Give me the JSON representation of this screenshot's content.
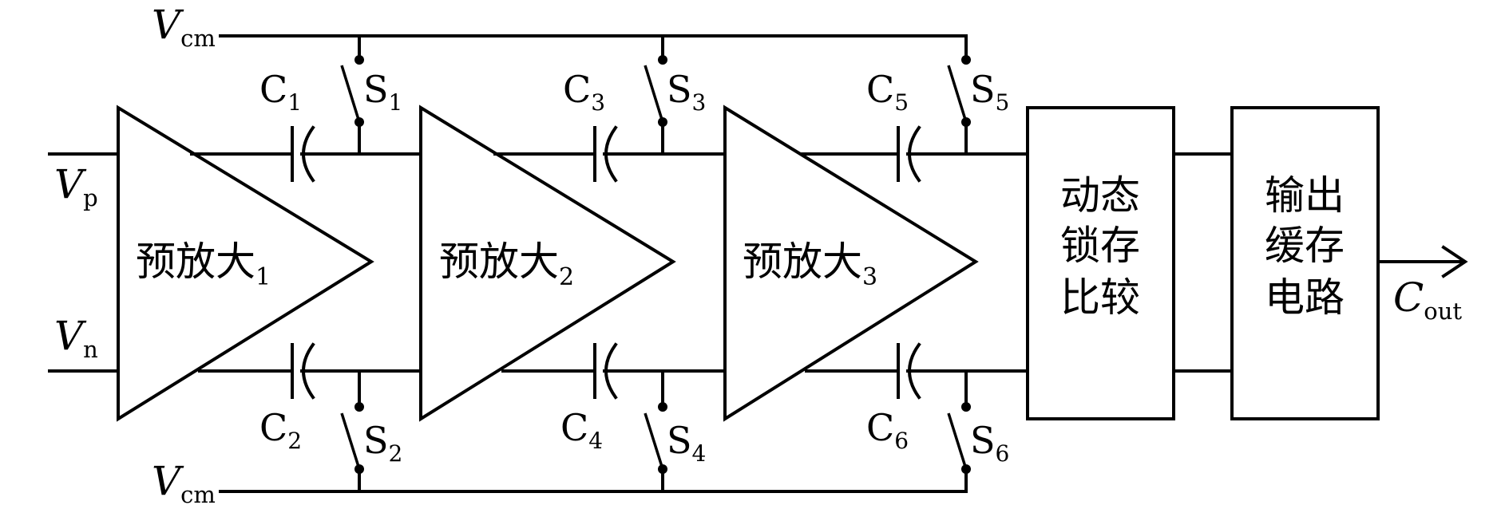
{
  "supply": {
    "vcm_top": {
      "symbol": "V",
      "sub": "cm"
    },
    "vcm_bottom": {
      "symbol": "V",
      "sub": "cm"
    }
  },
  "inputs": {
    "vp": {
      "symbol": "V",
      "sub": "p"
    },
    "vn": {
      "symbol": "V",
      "sub": "n"
    }
  },
  "output": {
    "symbol": "C",
    "sub": "out"
  },
  "preamps": [
    {
      "label": "预放大",
      "sub": "1"
    },
    {
      "label": "预放大",
      "sub": "2"
    },
    {
      "label": "预放大",
      "sub": "3"
    }
  ],
  "capacitors": [
    {
      "name": "C",
      "sub": "1"
    },
    {
      "name": "C",
      "sub": "2"
    },
    {
      "name": "C",
      "sub": "3"
    },
    {
      "name": "C",
      "sub": "4"
    },
    {
      "name": "C",
      "sub": "5"
    },
    {
      "name": "C",
      "sub": "6"
    }
  ],
  "switches": [
    {
      "name": "S",
      "sub": "1"
    },
    {
      "name": "S",
      "sub": "2"
    },
    {
      "name": "S",
      "sub": "3"
    },
    {
      "name": "S",
      "sub": "4"
    },
    {
      "name": "S",
      "sub": "5"
    },
    {
      "name": "S",
      "sub": "6"
    }
  ],
  "latch_block": {
    "lines": [
      "动态",
      "锁存",
      "比较"
    ]
  },
  "buffer_block": {
    "lines": [
      "输出",
      "缓存",
      "电路"
    ]
  }
}
